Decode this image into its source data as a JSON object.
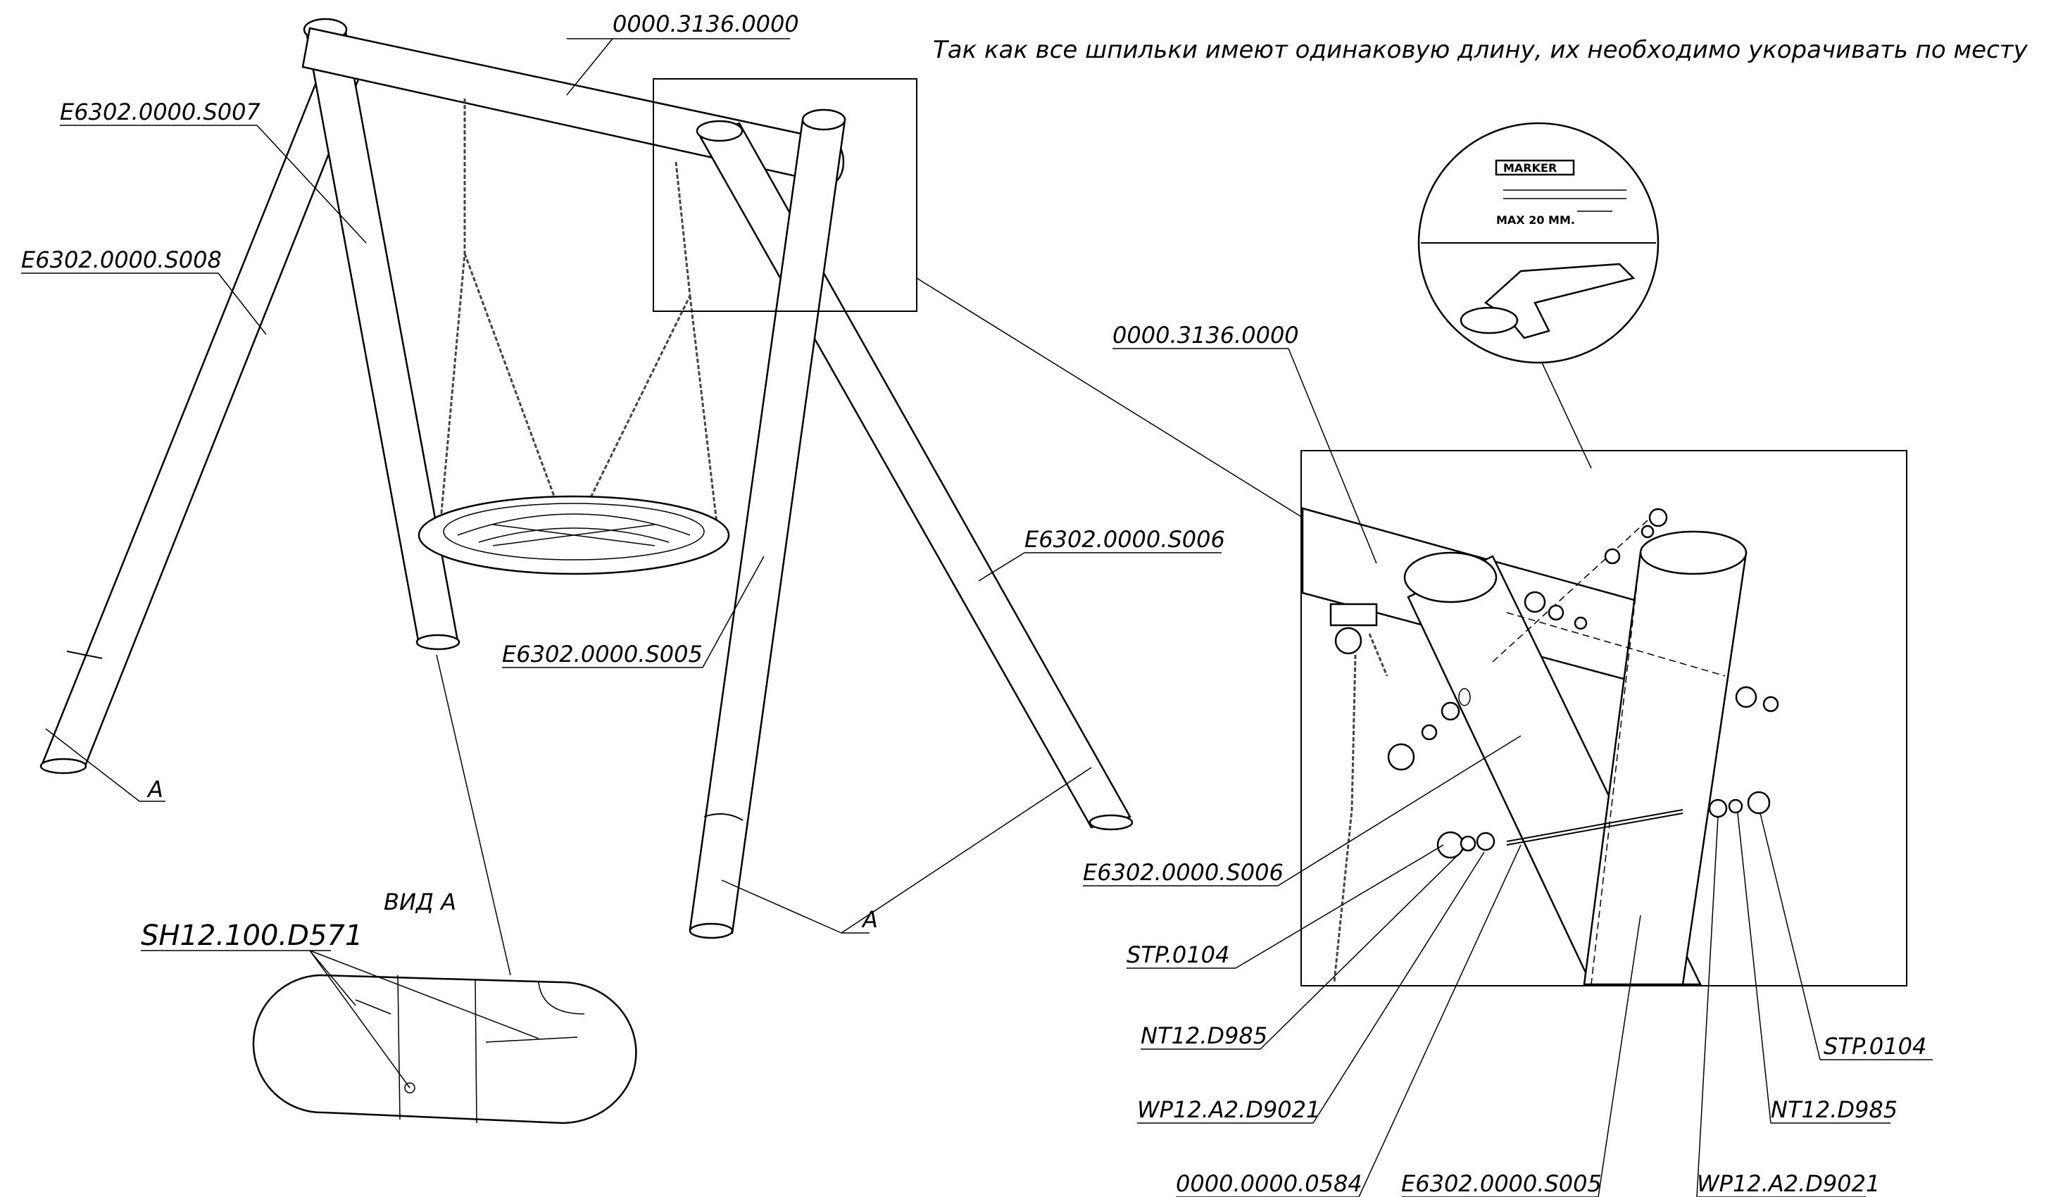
{
  "note": "Так как все шпильки имеют одинаковую длину, их необходимо укорачивать по месту",
  "inset": {
    "marker_text": "MARKER",
    "max_text": "MAX 20 MM."
  },
  "view_title": "ВИД А",
  "labels": {
    "beam_top": "0000.3136.0000",
    "post_s007": "E6302.0000.S007",
    "post_s008": "E6302.0000.S008",
    "post_s006": "E6302.0000.S006",
    "post_s005": "E6302.0000.S005",
    "view_a_left": "A",
    "view_a_right": "A",
    "stud": "SH12.100.D571",
    "detail_beam": "0000.3136.0000",
    "detail_s006": "E6302.0000.S006",
    "stp_left": "STP.0104",
    "nt_left": "NT12.D985",
    "wp_left": "WP12.A2.D9021",
    "stud_long": "0000.0000.0584",
    "detail_s005": "E6302.0000.S005",
    "wp_right": "WP12.A2.D9021",
    "nt_right": "NT12.D985",
    "stp_right": "STP.0104"
  }
}
